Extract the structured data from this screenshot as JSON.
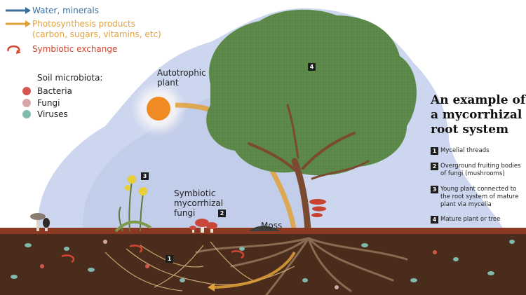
{
  "legend": {
    "water": "Water, minerals",
    "photo_line1": "Photosynthesis products",
    "photo_line2": "(carbon, sugars, vitamins, etc)",
    "symbiotic": "Symbiotic exchange"
  },
  "microbiota": {
    "title": "Soil microbiota:",
    "items": [
      {
        "label": "Bacteria",
        "color": "#d4574f"
      },
      {
        "label": "Fungi",
        "color": "#d6a6a8"
      },
      {
        "label": "Viruses",
        "color": "#82b9ae"
      }
    ]
  },
  "labels": {
    "autotrophic_1": "Autotrophic",
    "autotrophic_2": "plant",
    "symbiotic_1": "Symbiotic",
    "symbiotic_2": "mycorrhizal",
    "symbiotic_3": "fungi",
    "moss": "Moss"
  },
  "badges": {
    "b1": "1",
    "b2": "2",
    "b3": "3",
    "b4": "4"
  },
  "title_panel": {
    "line1": "An example of",
    "line2": "a mycorrhizal",
    "line3": "root system"
  },
  "key": [
    {
      "num": "1",
      "text": "Mycelial threads"
    },
    {
      "num": "2",
      "text": "Overground fruiting bodies of fungi (mushrooms)"
    },
    {
      "num": "3",
      "text": "Young plant connected to the root system of mature plant via mycelia"
    },
    {
      "num": "4",
      "text": "Mature plant or tree"
    }
  ],
  "colors": {
    "water_arrow": "#3b6f9e",
    "photo_arrow": "#e0a13a",
    "symbiotic_arrow": "#d2452f",
    "sky": "#c9d4ec",
    "canopy": "#5d8a4a",
    "soil": "#4a2c1c",
    "sun": "#ef8b22"
  }
}
